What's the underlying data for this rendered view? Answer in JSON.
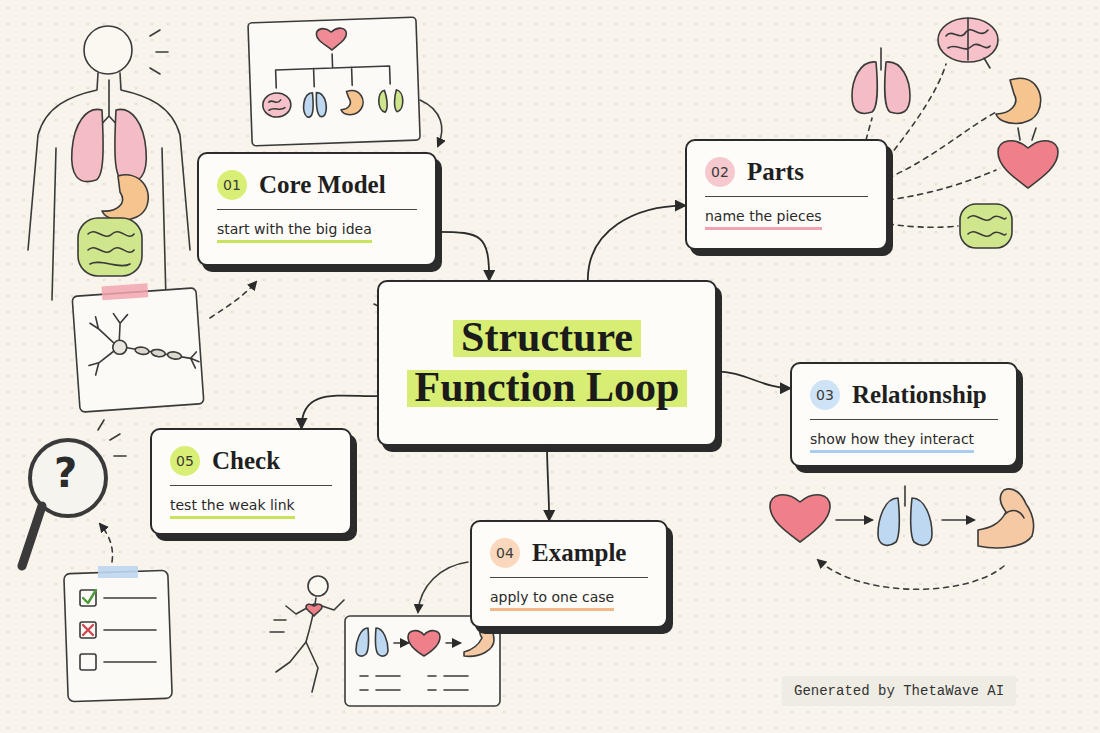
{
  "diagram": {
    "nodes": [
      {
        "text": [
          "01",
          "Core Model",
          "start with the big idea"
        ]
      },
      {
        "text": [
          "02",
          "Parts",
          "name the pieces"
        ]
      },
      {
        "text": [
          "Structure Function Loop"
        ]
      },
      {
        "text": [
          "03",
          "Relationship",
          "show how they interact"
        ]
      },
      {
        "text": [
          "05",
          "Check",
          "test the weak link"
        ]
      },
      {
        "text": [
          "04",
          "Example",
          "apply to one case"
        ]
      }
    ],
    "edges": [
      {
        "from": 0,
        "to": 2,
        "arrow": "to"
      },
      {
        "from": 2,
        "to": 1,
        "arrow": "to"
      },
      {
        "from": 2,
        "to": 3,
        "arrow": "to"
      },
      {
        "from": 2,
        "to": 5,
        "arrow": "to"
      },
      {
        "from": 2,
        "to": 4,
        "arrow": "to"
      }
    ],
    "labels": [
      "?",
      "Generated by ThetaWave AI"
    ]
  }
}
